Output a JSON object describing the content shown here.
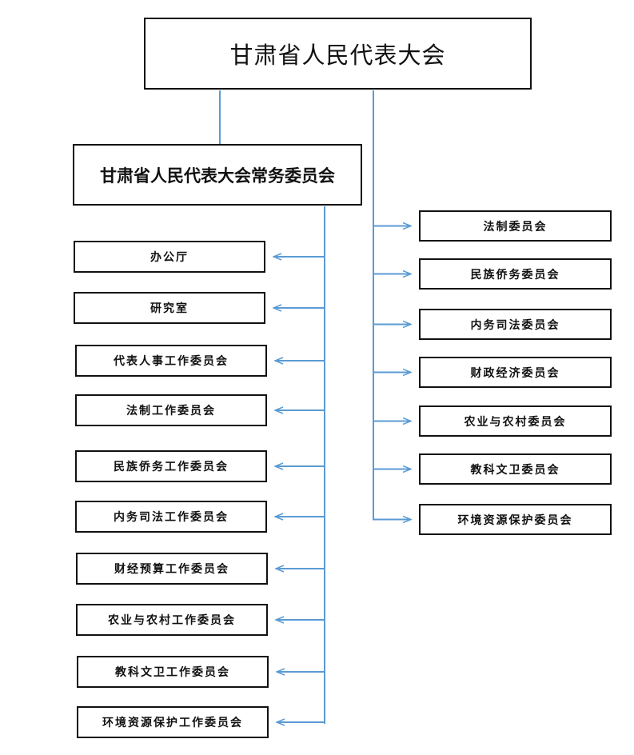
{
  "congress": {
    "title": "甘肃省人民代表大会"
  },
  "standing_committee": {
    "title": "甘肃省人民代表大会常务委员会"
  },
  "standing_units": [
    "办公厅",
    "研究室",
    "代表人事工作委员会",
    "法制工作委员会",
    "民族侨务工作委员会",
    "内务司法工作委员会",
    "财经预算工作委员会",
    "农业与农村工作委员会",
    "教科文卫工作委员会",
    "环境资源保护工作委员会"
  ],
  "special_committees": [
    "法制委员会",
    "民族侨务委员会",
    "内务司法委员会",
    "财政经济委员会",
    "农业与农村委员会",
    "教科文卫委员会",
    "环境资源保护委员会"
  ],
  "colors": {
    "connector": "#5b9bd5",
    "border": "#111111"
  }
}
